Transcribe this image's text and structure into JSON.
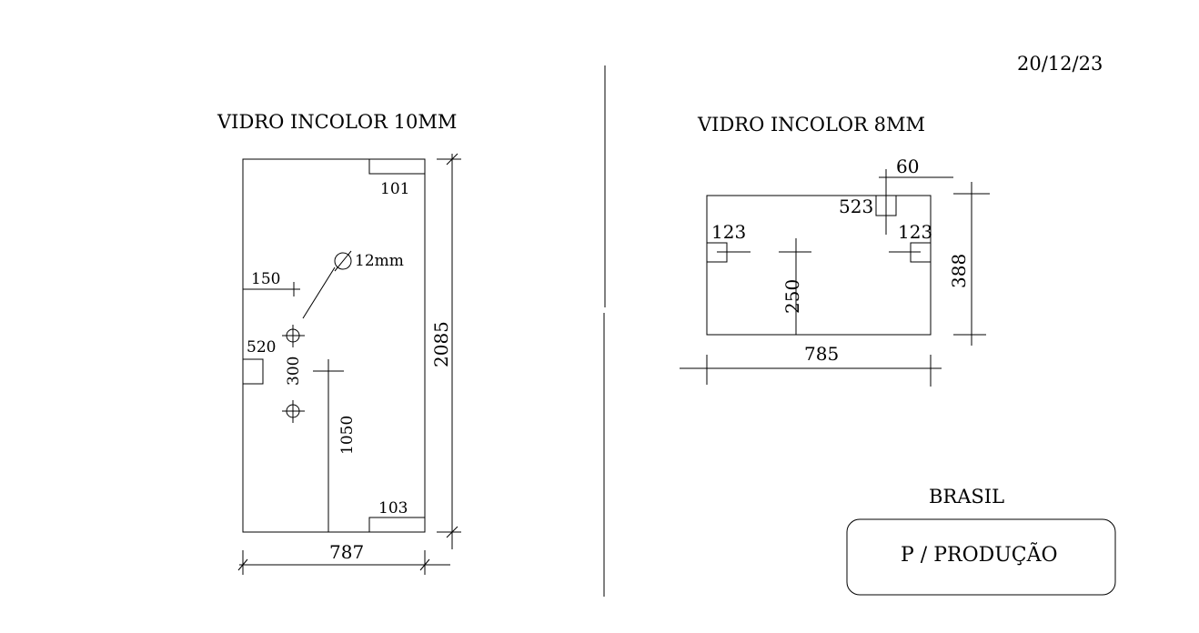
{
  "date": "20/12/23",
  "left_panel": {
    "title": "VIDRO INCOLOR 10MM",
    "width": "787",
    "height": "2085",
    "notch_top": "101",
    "notch_bottom": "103",
    "hole_label": "12mm",
    "offset_150": "150",
    "side_notch": "520",
    "hole_spacing": "300",
    "height_1050": "1050"
  },
  "right_panel": {
    "title": "VIDRO INCOLOR 8MM",
    "width": "785",
    "height": "388",
    "top_offset": "60",
    "notch_pos": "523",
    "left_notch": "123",
    "right_notch": "123",
    "center_height": "250"
  },
  "brand": "BRASIL",
  "stamp": "P / PRODUÇÃO"
}
